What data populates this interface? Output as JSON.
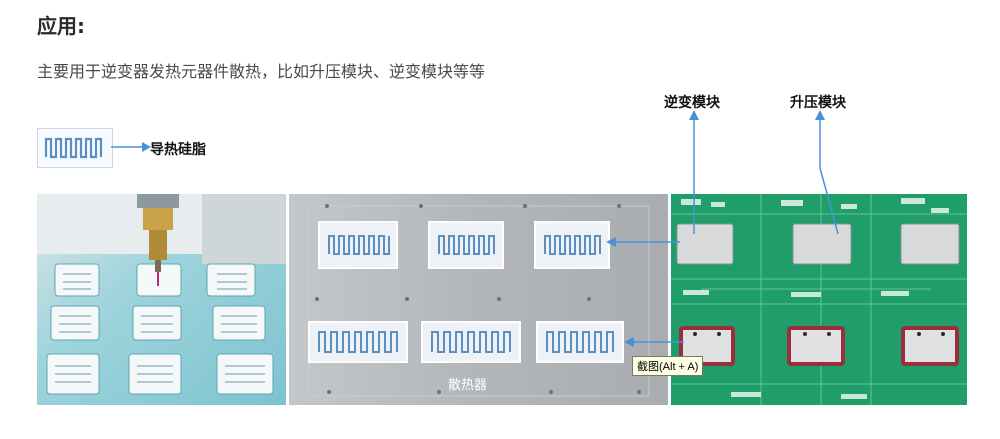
{
  "section": {
    "title": "应用:",
    "description": "主要用于逆变器发热元器件散热，比如升压模块、逆变模块等等"
  },
  "labels": {
    "thermal_gel": "导热硅脂",
    "inverter_module": "逆变模块",
    "boost_module": "升压模块",
    "heatsink": "散热器"
  },
  "tooltip": {
    "text": "截图(Alt + A)"
  },
  "colors": {
    "arrow": "#4a90d9",
    "pcb_green": "#1f9e6a",
    "heatsink_gray": "#b9bcbf"
  }
}
